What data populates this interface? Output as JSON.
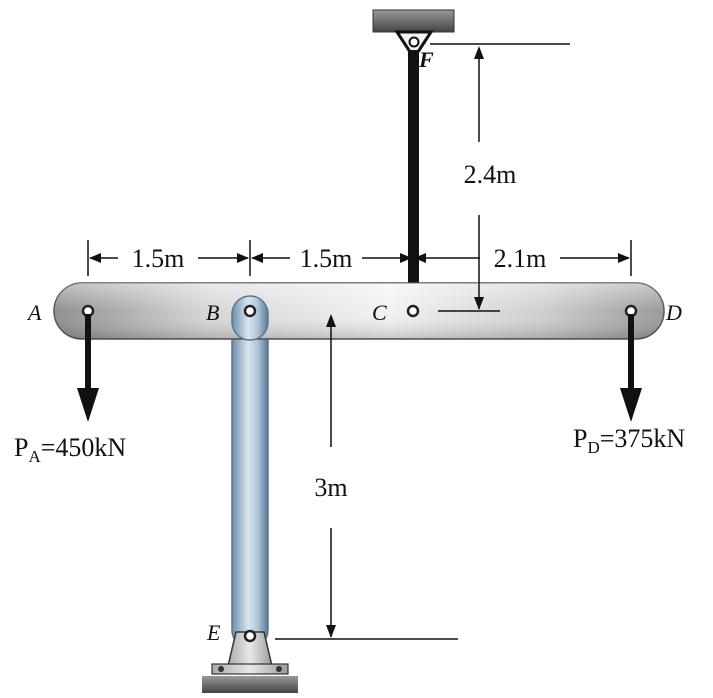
{
  "points": {
    "a": "A",
    "b": "B",
    "c": "C",
    "d": "D",
    "e": "E",
    "f": "F"
  },
  "dimensions": {
    "ab": "1.5m",
    "bc": "1.5m",
    "cd": "2.1m",
    "cable": "2.4m",
    "post": "3m"
  },
  "loads": {
    "a": {
      "symbol": "P",
      "sub": "A",
      "value": "=450kN"
    },
    "d": {
      "symbol": "P",
      "sub": "D",
      "value": "=375kN"
    }
  }
}
